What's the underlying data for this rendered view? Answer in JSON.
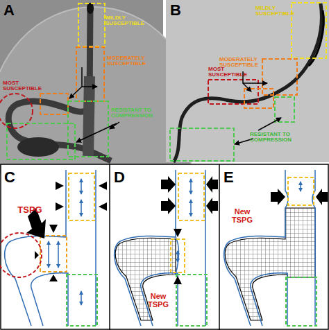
{
  "diagram": {
    "labels": [
      "A",
      "MILDLY SUSCEPTIBLE",
      "MODERATELY SUSCEPTIBLE",
      "MOST SUSCEPTIBLE",
      "RESISTANT TO COMPRESSION",
      "B",
      "MILDLY SUSCEPTIBLE",
      "MODERATELY SUSCEPTIBLE",
      "MOST SUSCEPTIBLE",
      "RESISTANT TO COMPRESSION",
      "C",
      "TSPG",
      "D",
      "New TSPG",
      "E",
      "New TSPG"
    ]
  }
}
